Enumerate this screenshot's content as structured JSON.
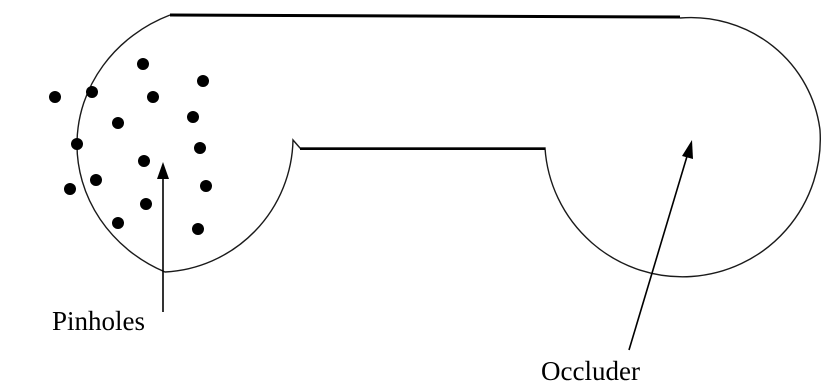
{
  "labels": {
    "pinholes": "Pinholes",
    "occluder": "Occluder"
  },
  "colors": {
    "line": "#000000",
    "background": "#ffffff"
  },
  "pinhole_count": 16
}
